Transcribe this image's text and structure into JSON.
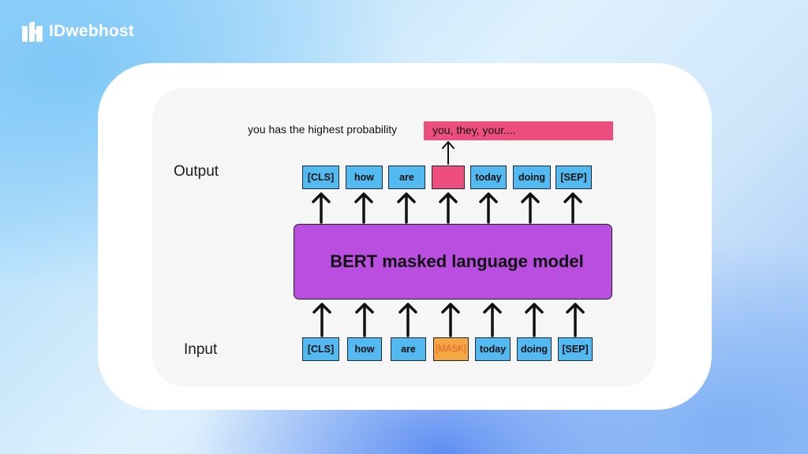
{
  "brand": {
    "name": "IDwebhost"
  },
  "diagram": {
    "output_label": "Output",
    "input_label": "Input",
    "probability_note": "you has the highest probability",
    "prediction": "you, they, your....",
    "model_label": "BERT masked language model",
    "output_tokens": [
      "[CLS]",
      "how",
      "are",
      "",
      "today",
      "doing",
      "[SEP]"
    ],
    "input_tokens": [
      "[CLS]",
      "how",
      "are",
      "[MASK]",
      "today",
      "doing",
      "[SEP]"
    ]
  },
  "colors": {
    "token": "#52b9f1",
    "masked_input": "#f5a742",
    "masked_output": "#ec4f7d",
    "model": "#b94ee0"
  }
}
